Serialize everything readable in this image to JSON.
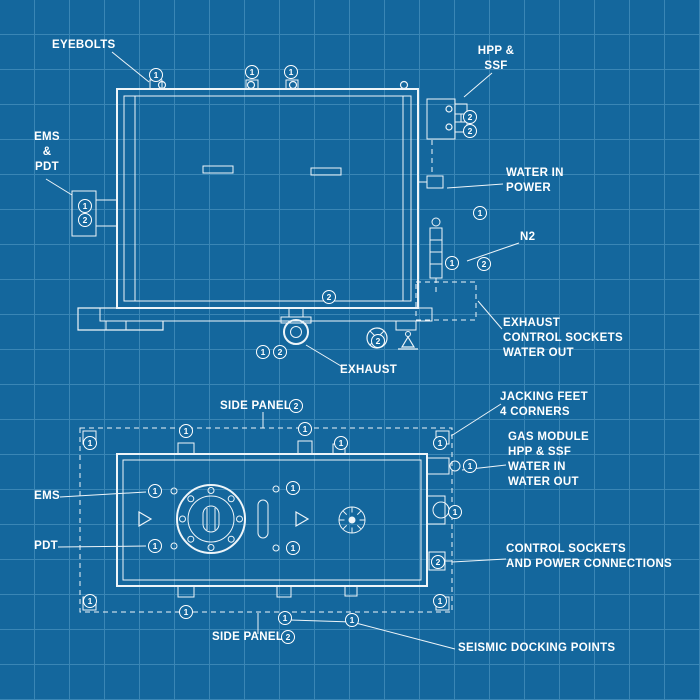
{
  "colors": {
    "background": "#14679d",
    "grid_line": "#3a86b5",
    "line": "#eef5f9",
    "text": "#ffffff"
  },
  "callouts": {
    "one": "1",
    "two": "2"
  },
  "top_view": {
    "labels": {
      "eyebolts": "EYEBOLTS",
      "hpp_ssf": "HPP &\nSSF",
      "ems_pdt": "EMS\n&\nPDT",
      "water_in_power": "WATER IN\nPOWER",
      "n2": "N2",
      "exhaust_sockets": "EXHAUST\nCONTROL SOCKETS\nWATER OUT",
      "exhaust": "EXHAUST"
    }
  },
  "bottom_view": {
    "labels": {
      "side_panel_top": "SIDE PANEL",
      "jacking_feet": "JACKING FEET\n4 CORNERS",
      "gas_module": "GAS MODULE\nHPP & SSF\nWATER IN\nWATER OUT",
      "ems": "EMS",
      "pdt": "PDT",
      "control_sockets": "CONTROL SOCKETS\nAND POWER CONNECTIONS",
      "side_panel_bottom": "SIDE PANEL",
      "seismic": "SEISMIC DOCKING POINTS"
    }
  }
}
